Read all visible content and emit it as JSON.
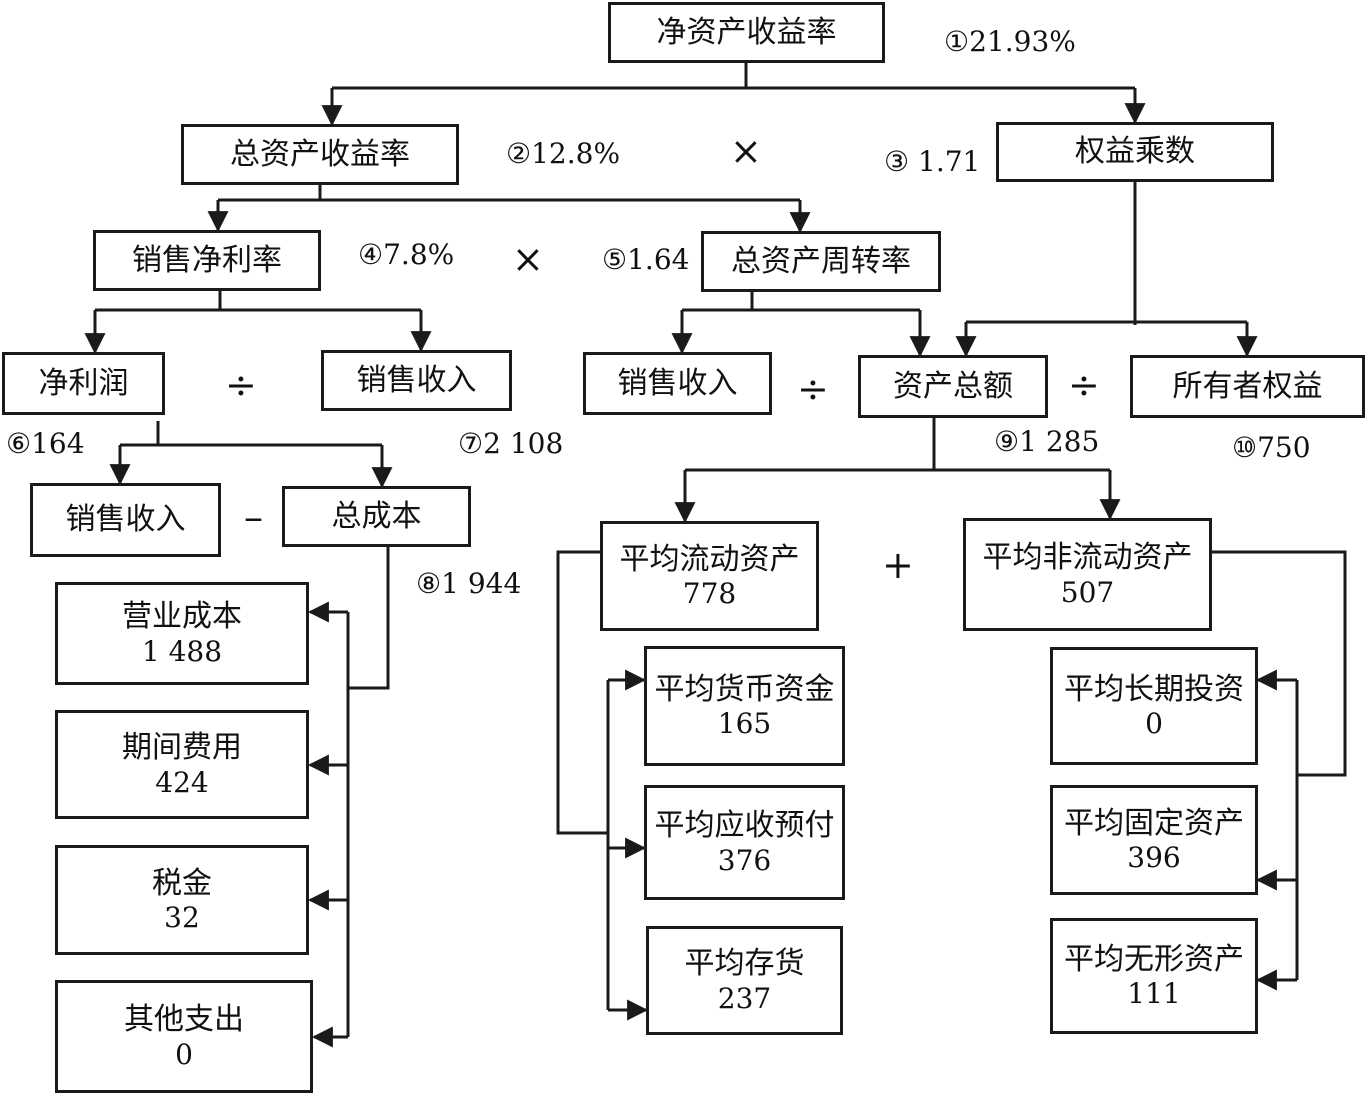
{
  "nodes": {
    "roe": {
      "label": "净资产收益率"
    },
    "roa": {
      "label": "总资产收益率"
    },
    "equity_multiplier": {
      "label": "权益乘数"
    },
    "net_margin": {
      "label": "销售净利率"
    },
    "asset_turnover": {
      "label": "总资产周转率"
    },
    "net_profit": {
      "label": "净利润"
    },
    "sales_revenue_a": {
      "label": "销售收入"
    },
    "sales_revenue_b": {
      "label": "销售收入"
    },
    "total_assets": {
      "label": "资产总额"
    },
    "owners_equity": {
      "label": "所有者权益"
    },
    "sales_revenue_c": {
      "label": "销售收入"
    },
    "total_cost": {
      "label": "总成本"
    },
    "operating_cost": {
      "label": "营业成本",
      "value": "1 488"
    },
    "period_expenses": {
      "label": "期间费用",
      "value": "424"
    },
    "taxes": {
      "label": "税金",
      "value": "32"
    },
    "other_expenses": {
      "label": "其他支出",
      "value": "0"
    },
    "avg_current_assets": {
      "label": "平均流动资产",
      "value": "778"
    },
    "avg_noncurrent_assets": {
      "label": "平均非流动资产",
      "value": "507"
    },
    "avg_cash": {
      "label": "平均货币资金",
      "value": "165"
    },
    "avg_receivables": {
      "label": "平均应收预付",
      "value": "376"
    },
    "avg_inventory": {
      "label": "平均存货",
      "value": "237"
    },
    "avg_lt_investment": {
      "label": "平均长期投资",
      "value": "0"
    },
    "avg_fixed_assets": {
      "label": "平均固定资产",
      "value": "396"
    },
    "avg_intangible_assets": {
      "label": "平均无形资产",
      "value": "111"
    }
  },
  "notes": {
    "n1": "①21.93%",
    "n2": "②12.8%",
    "n3": "③ 1.71",
    "n4": "④7.8%",
    "n5": "⑤1.64",
    "n6": "⑥164",
    "n7": "⑦2 108",
    "n8": "⑧1 944",
    "n9": "⑨1 285",
    "n10": "⑩750"
  },
  "operators": {
    "times": "×",
    "divide": "÷",
    "minus": "–",
    "plus": "+"
  },
  "colors": {
    "line": "#1a1a1a",
    "text": "#111111"
  }
}
